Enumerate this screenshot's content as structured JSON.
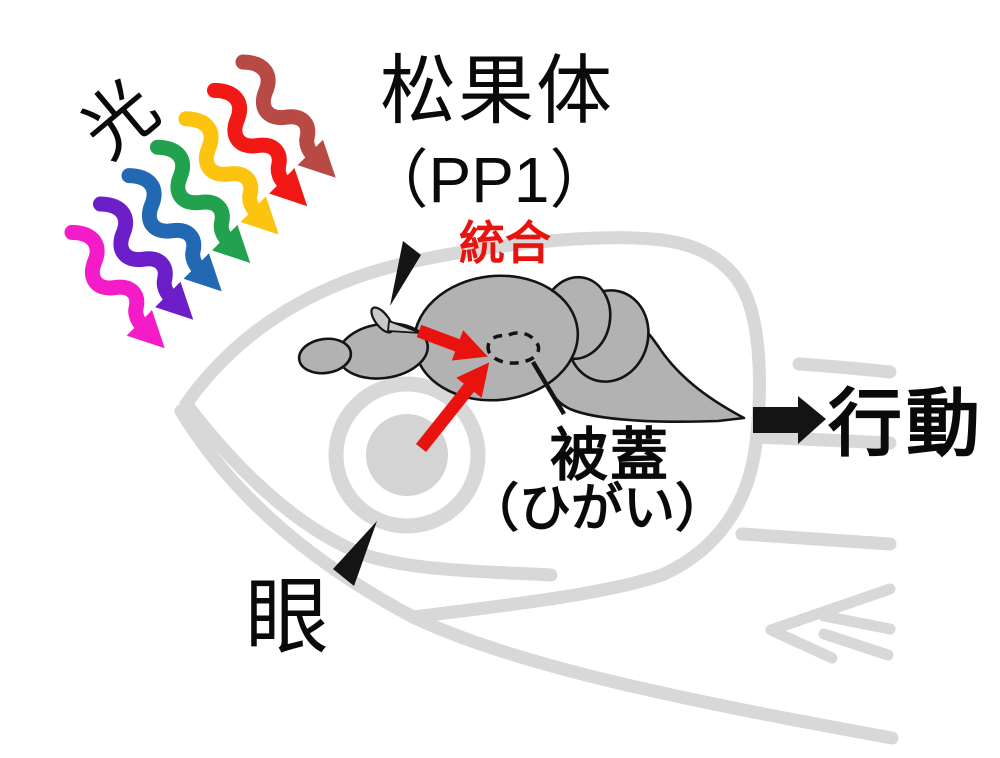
{
  "figure": {
    "labels": {
      "light": "光",
      "pineal_line1": "松果体",
      "pineal_line2": "（PP1）",
      "integration": "統合",
      "tegmentum": "被蓋",
      "tegmentum_reading": "（ひがい）",
      "eye": "眼",
      "behavior": "行動"
    },
    "colors": {
      "accent_red": "#e8130e",
      "fish_outline_gray": "#d8d8d8",
      "brain_gray": "#b2b2b2",
      "pineal_gray": "#c9c9c9",
      "ink_black": "#141414"
    },
    "light_arrows": [
      {
        "name": "far-red",
        "color": "#b84a46"
      },
      {
        "name": "red",
        "color": "#f21815"
      },
      {
        "name": "yellow",
        "color": "#fcc30f"
      },
      {
        "name": "green",
        "color": "#22a14e"
      },
      {
        "name": "blue",
        "color": "#2268b2"
      },
      {
        "name": "violet",
        "color": "#6c1ec9"
      },
      {
        "name": "magenta",
        "color": "#f31cc8"
      }
    ]
  }
}
